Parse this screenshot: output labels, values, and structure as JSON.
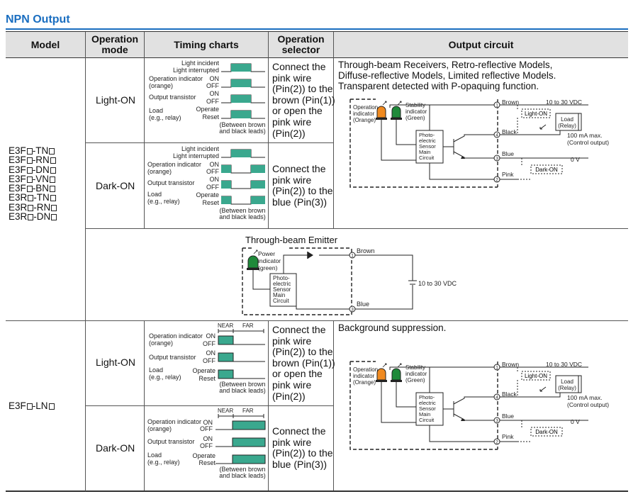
{
  "title": "NPN Output",
  "headers": {
    "model": "Model",
    "mode": [
      "Operation",
      "mode"
    ],
    "timing": "Timing charts",
    "selector": [
      "Operation",
      "selector"
    ],
    "output": "Output circuit"
  },
  "group1": {
    "models": [
      "E3F□-TN□",
      "E3F□-RN□",
      "E3F□-DN□",
      "E3F□-VN□",
      "E3F□-BN□",
      "E3R□-TN□",
      "E3R□-RN□",
      "E3R□-DN□"
    ],
    "light_on": {
      "mode": "Light-ON",
      "chart": {
        "light_incident": "Light incident",
        "light_interrupted": "Light interrupted",
        "op_indicator": [
          "Operation indicator",
          "(orange)"
        ],
        "on": "ON",
        "off": "OFF",
        "output_transistor": "Output transistor",
        "load": [
          "Load",
          "(e.g., relay)"
        ],
        "operate": "Operate",
        "reset": "Reset",
        "note": [
          "(Between brown",
          "and black leads)"
        ]
      },
      "selector": [
        "Connect the",
        "pink wire",
        "(Pin(2)) to the",
        "brown (Pin(1))",
        "or open the",
        "pink wire",
        "(Pin(2))"
      ]
    },
    "dark_on": {
      "mode": "Dark-ON",
      "selector": [
        "Connect the",
        "pink wire",
        "(Pin(2)) to the",
        "blue (Pin(3))"
      ]
    },
    "circuit": {
      "caption": [
        "Through-beam Receivers, Retro-reflective Models,",
        "Diffuse-reflective Models, Limited reflective Models.",
        "Transparent detected with P-opaquing function."
      ],
      "op_indicator": [
        "Operation",
        "indicator",
        "(Orange)"
      ],
      "stab_indicator": [
        "Stability",
        "indicator",
        "(Green)"
      ],
      "main_circuit": [
        "Photo-",
        "electric",
        "Sensor",
        "Main",
        "Circuit"
      ],
      "brown": "Brown",
      "black": "Black",
      "blue": "Blue",
      "pink": "Pink",
      "vdc": "10 to 30 VDC",
      "light_on": "Light-ON",
      "dark_on": "Dark-ON",
      "load": [
        "Load",
        "(Relay)"
      ],
      "max": [
        "100 mA max.",
        "(Control output)"
      ],
      "zero": "0 V",
      "pins": [
        "1",
        "4",
        "3",
        "2"
      ]
    }
  },
  "emitter": {
    "title": "Through-beam Emitter",
    "power_indicator": [
      "Power",
      "indicator",
      "(green)"
    ],
    "main_circuit": [
      "Photo-",
      "electric",
      "Sensor",
      "Main",
      "Circuit"
    ],
    "brown": "Brown",
    "blue": "Blue",
    "vdc": "10 to 30 VDC",
    "pins": [
      "1",
      "3"
    ]
  },
  "group2": {
    "model": "E3F□-LN□",
    "light_on": {
      "mode": "Light-ON",
      "chart": {
        "near": "NEAR",
        "far": "FAR",
        "op_indicator": [
          "Operation indicator",
          "(orange)"
        ],
        "output_transistor": "Output transistor",
        "load": [
          "Load",
          "(e.g., relay)"
        ],
        "on": "ON",
        "off": "OFF",
        "operate": "Operate",
        "reset": "Reset",
        "note": [
          "(Between brown",
          "and black leads)"
        ]
      },
      "selector": [
        "Connect the",
        "pink wire",
        "(Pin(2)) to the",
        "brown (Pin(1))",
        "or open the",
        "pink wire",
        "(Pin(2))"
      ]
    },
    "dark_on": {
      "mode": "Dark-ON",
      "selector": [
        "Connect the",
        "pink wire",
        "(Pin(2)) to the",
        "blue (Pin(3))"
      ]
    },
    "circuit_caption": "Background suppression."
  },
  "colors": {
    "accent": "#1a6ec0",
    "header_bg": "#e1e1e1",
    "teal": "#3aa88e",
    "orange": "#f08a20",
    "green": "#1f8a3a"
  }
}
